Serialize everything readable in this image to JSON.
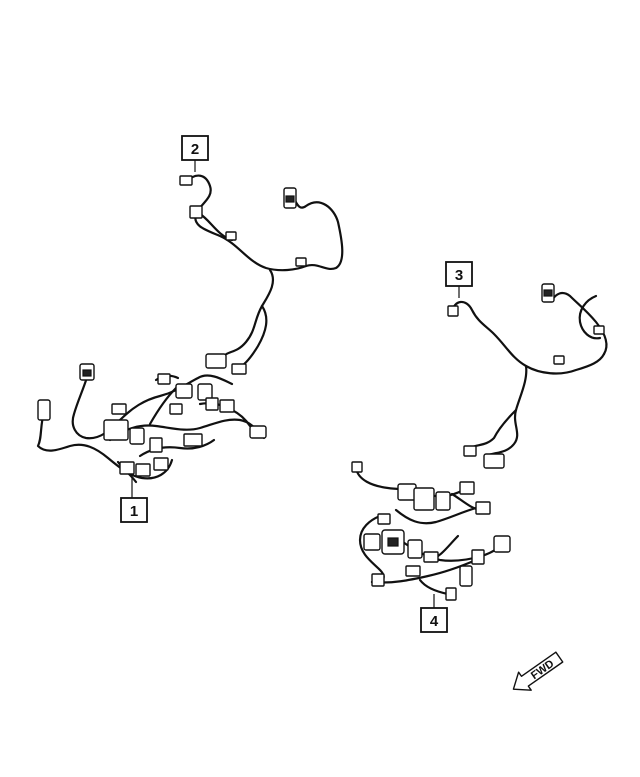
{
  "callouts": [
    {
      "id": "1",
      "label": "1"
    },
    {
      "id": "2",
      "label": "2"
    },
    {
      "id": "3",
      "label": "3"
    },
    {
      "id": "4",
      "label": "4"
    }
  ],
  "direction_arrow": {
    "label": "FWD"
  },
  "colors": {
    "line": "#111111",
    "background": "#ffffff"
  }
}
